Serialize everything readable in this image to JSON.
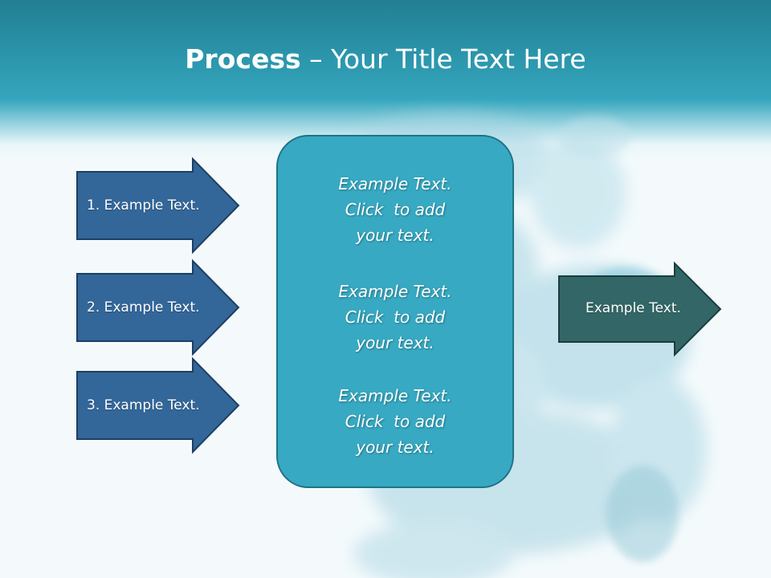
{
  "slide": {
    "title_bold": "Process",
    "title_rest": " – Your Title Text Here",
    "left_arrows": [
      {
        "label": "1. Example Text."
      },
      {
        "label": "2. Example Text."
      },
      {
        "label": "3. Example Text."
      }
    ],
    "center_blocks": [
      {
        "lines": [
          "Example Text.",
          "Click  to add",
          "your text."
        ]
      },
      {
        "lines": [
          "Example Text.",
          "Click  to add",
          "your text."
        ]
      },
      {
        "lines": [
          "Example Text.",
          "Click  to add",
          "your text."
        ]
      }
    ],
    "right_arrow": {
      "label": "Example Text."
    }
  },
  "colors": {
    "left_arrow_fill": "#336699",
    "left_arrow_border": "#1d3f63",
    "right_arrow_fill": "#336666",
    "right_arrow_border": "#1a3d3d",
    "center_fill": "#37a9c2",
    "center_border": "#1f7386"
  }
}
